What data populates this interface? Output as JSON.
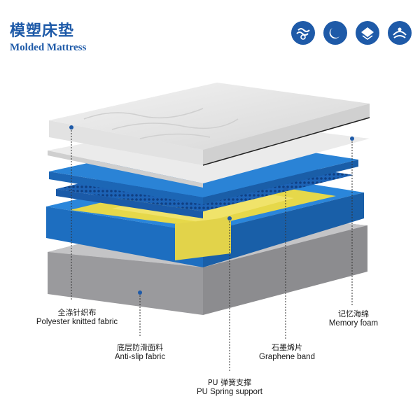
{
  "header": {
    "title_cn": "模塑床垫",
    "title_en": "Molded Mattress"
  },
  "icons": [
    "breathable-icon",
    "sleep-icon",
    "support-icon",
    "comfort-icon"
  ],
  "layers": [
    {
      "cn": "全涤针织布",
      "en": "Polyester knitted fabric"
    },
    {
      "cn": "底层防滑面料",
      "en": "Anti-slip fabric"
    },
    {
      "cn": "PU 弹簧支撑",
      "en": "PU Spring support"
    },
    {
      "cn": "石墨烯片",
      "en": "Graphene band"
    },
    {
      "cn": "记忆海绵",
      "en": "Memory  foam"
    }
  ],
  "colors": {
    "brand": "#1e5aa8",
    "foam_blue": "#1f78d0",
    "graphene_yellow": "#e6d84a",
    "fabric_white": "#eeeeee",
    "base_grey": "#a9a9ab"
  }
}
